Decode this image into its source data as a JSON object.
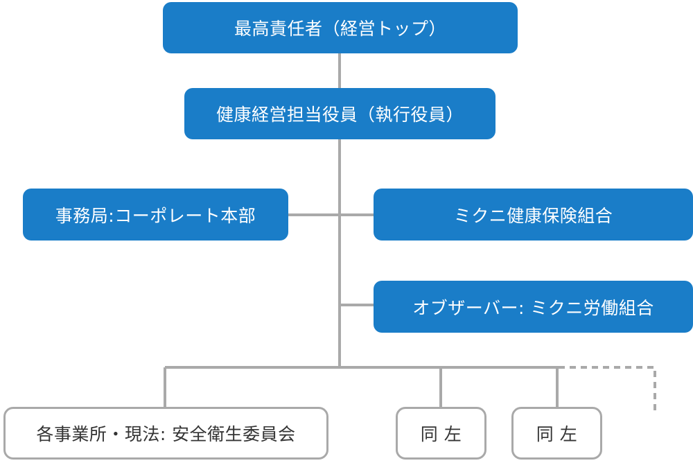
{
  "nodes": {
    "top": "最高責任者（経営トップ）",
    "health_officer": "健康経営担当役員（執行役員）",
    "secretariat": "事務局:コーポレート本部",
    "health_insurance": "ミクニ健康保険組合",
    "observer": "オブザーバー: ミクニ労働組合",
    "committee": "各事業所・現法: 安全衛生委員会",
    "same_1": "同 左",
    "same_2": "同 左"
  },
  "colors": {
    "node_blue": "#1a7dc8",
    "connector_gray": "#a9a9a9",
    "text_dark": "#333333"
  }
}
